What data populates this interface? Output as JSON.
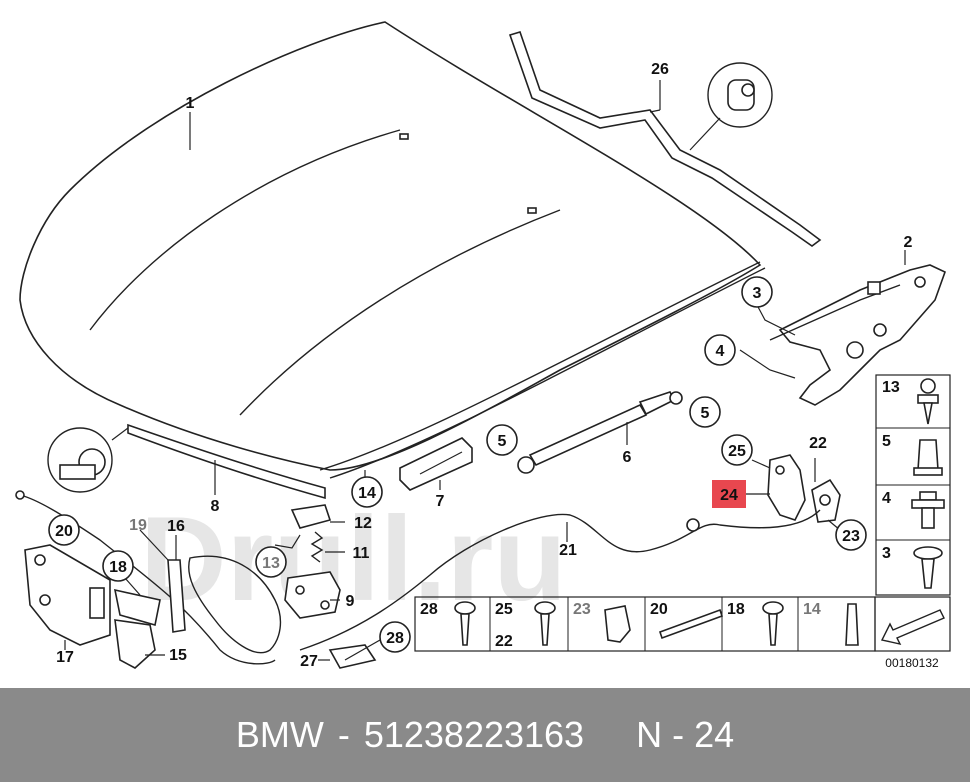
{
  "diagram_id": "00180132",
  "footer": {
    "brand": "BMW",
    "separator": "-",
    "part_number": "51238223163",
    "position": "N - 24"
  },
  "watermark": "Drull.ru",
  "highlight_color": "#e8474f",
  "labels": {
    "l1": "1",
    "l2": "2",
    "l3": "3",
    "l4": "4",
    "l5a": "5",
    "l5b": "5",
    "l6": "6",
    "l7": "7",
    "l8": "8",
    "l9": "9",
    "l11": "11",
    "l12": "12",
    "l13": "13",
    "l14": "14",
    "l15": "15",
    "l16": "16",
    "l17": "17",
    "l18": "18",
    "l19": "19",
    "l20": "20",
    "l21": "21",
    "l22": "22",
    "l23": "23",
    "l24": "24",
    "l25": "25",
    "l26": "26",
    "l27": "27",
    "l28": "28"
  },
  "side_table": [
    "13",
    "5",
    "4",
    "3"
  ],
  "bottom_table": [
    {
      "a": "28",
      "b": ""
    },
    {
      "a": "25",
      "b": "22"
    },
    {
      "a": "23",
      "b": ""
    },
    {
      "a": "20",
      "b": ""
    },
    {
      "a": "18",
      "b": ""
    },
    {
      "a": "14",
      "b": ""
    }
  ]
}
